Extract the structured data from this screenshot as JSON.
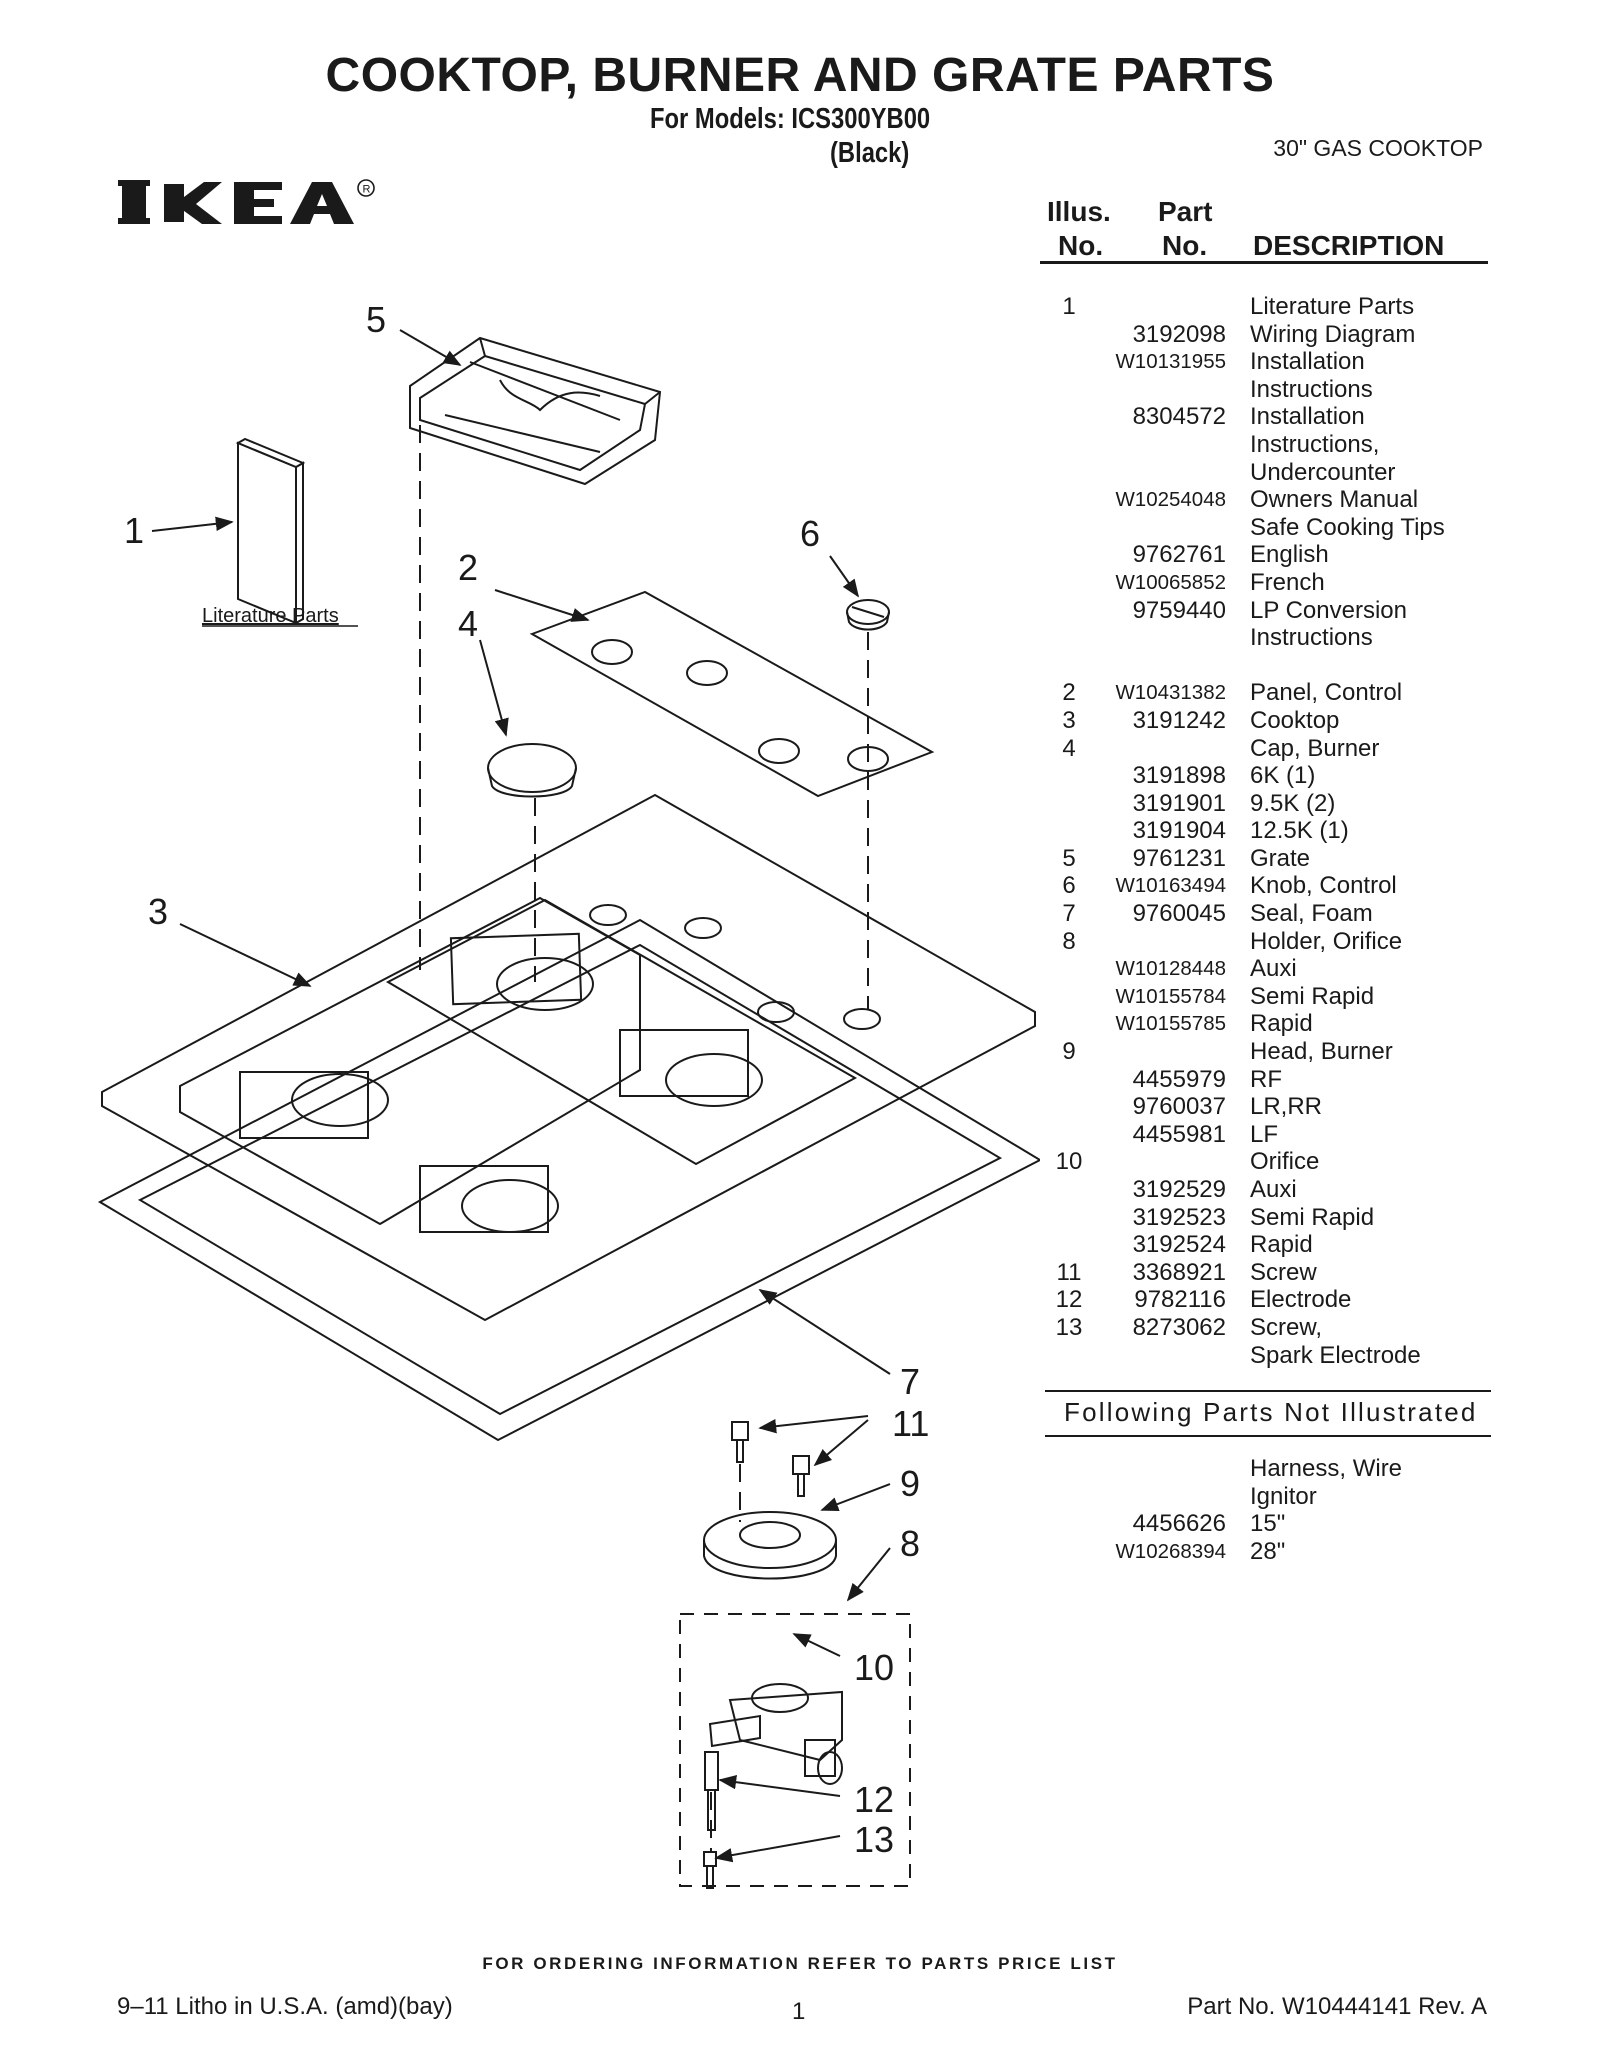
{
  "header": {
    "title": "COOKTOP, BURNER AND GRATE PARTS",
    "models": "For Models: ICS300YB00",
    "color": "(Black)",
    "product_type": "30\" GAS COOKTOP",
    "brand": "IKEA"
  },
  "diagram": {
    "callouts": [
      "1",
      "2",
      "3",
      "4",
      "5",
      "6",
      "7",
      "11",
      "9",
      "8",
      "10",
      "12",
      "13"
    ],
    "literature_label": "Literature Parts"
  },
  "table": {
    "headers": {
      "illus_1": "Illus.",
      "illus_2": "No.",
      "part_1": "Part",
      "part_2": "No.",
      "description": "DESCRIPTION"
    },
    "rows": [
      {
        "illus": "1",
        "part": "",
        "desc": "Literature Parts"
      },
      {
        "illus": "",
        "part": "3192098",
        "desc": "Wiring Diagram"
      },
      {
        "illus": "",
        "part": "W10131955",
        "desc": "Installation"
      },
      {
        "illus": "",
        "part": "",
        "desc": "Instructions"
      },
      {
        "illus": "",
        "part": "8304572",
        "desc": "Installation"
      },
      {
        "illus": "",
        "part": "",
        "desc": "Instructions,"
      },
      {
        "illus": "",
        "part": "",
        "desc": "Undercounter"
      },
      {
        "illus": "",
        "part": "W10254048",
        "desc": "Owners Manual"
      },
      {
        "illus": "",
        "part": "",
        "desc": "Safe Cooking Tips"
      },
      {
        "illus": "",
        "part": "9762761",
        "desc": "English"
      },
      {
        "illus": "",
        "part": "W10065852",
        "desc": "French"
      },
      {
        "illus": "",
        "part": "9759440",
        "desc": "LP Conversion"
      },
      {
        "illus": "",
        "part": "",
        "desc": "Instructions"
      },
      {
        "illus": "",
        "part": "",
        "desc": ""
      },
      {
        "illus": "2",
        "part": "W10431382",
        "desc": "Panel, Control"
      },
      {
        "illus": "3",
        "part": "3191242",
        "desc": "Cooktop"
      },
      {
        "illus": "4",
        "part": "",
        "desc": "Cap, Burner"
      },
      {
        "illus": "",
        "part": "3191898",
        "desc": "6K (1)"
      },
      {
        "illus": "",
        "part": "3191901",
        "desc": "9.5K (2)"
      },
      {
        "illus": "",
        "part": "3191904",
        "desc": "12.5K (1)"
      },
      {
        "illus": "5",
        "part": "9761231",
        "desc": "Grate"
      },
      {
        "illus": "6",
        "part": "W10163494",
        "desc": "Knob, Control"
      },
      {
        "illus": "7",
        "part": "9760045",
        "desc": "Seal, Foam"
      },
      {
        "illus": "8",
        "part": "",
        "desc": "Holder, Orifice"
      },
      {
        "illus": "",
        "part": "W10128448",
        "desc": "Auxi"
      },
      {
        "illus": "",
        "part": "W10155784",
        "desc": "Semi Rapid"
      },
      {
        "illus": "",
        "part": "W10155785",
        "desc": "Rapid"
      },
      {
        "illus": "9",
        "part": "",
        "desc": "Head, Burner"
      },
      {
        "illus": "",
        "part": "4455979",
        "desc": "RF"
      },
      {
        "illus": "",
        "part": "9760037",
        "desc": "LR,RR"
      },
      {
        "illus": "",
        "part": "4455981",
        "desc": "LF"
      },
      {
        "illus": "10",
        "part": "",
        "desc": "Orifice"
      },
      {
        "illus": "",
        "part": "3192529",
        "desc": "Auxi"
      },
      {
        "illus": "",
        "part": "3192523",
        "desc": "Semi Rapid"
      },
      {
        "illus": "",
        "part": "3192524",
        "desc": "Rapid"
      },
      {
        "illus": "11",
        "part": "3368921",
        "desc": "Screw"
      },
      {
        "illus": "12",
        "part": "9782116",
        "desc": "Electrode"
      },
      {
        "illus": "13",
        "part": "8273062",
        "desc": "Screw,"
      },
      {
        "illus": "",
        "part": "",
        "desc": "Spark Electrode"
      }
    ]
  },
  "not_illustrated": {
    "title": "Following Parts Not Illustrated",
    "rows": [
      {
        "part": "",
        "desc": "Harness, Wire"
      },
      {
        "part": "",
        "desc": "Ignitor"
      },
      {
        "part": "4456626",
        "desc": "15\""
      },
      {
        "part": "W10268394",
        "desc": "28\""
      }
    ]
  },
  "footer": {
    "ordering": "FOR ORDERING INFORMATION REFER TO PARTS PRICE LIST",
    "litho": "9–11 Litho in U.S.A. (amd)(bay)",
    "page": "1",
    "part_no": "Part No. W10444141 Rev. A"
  }
}
